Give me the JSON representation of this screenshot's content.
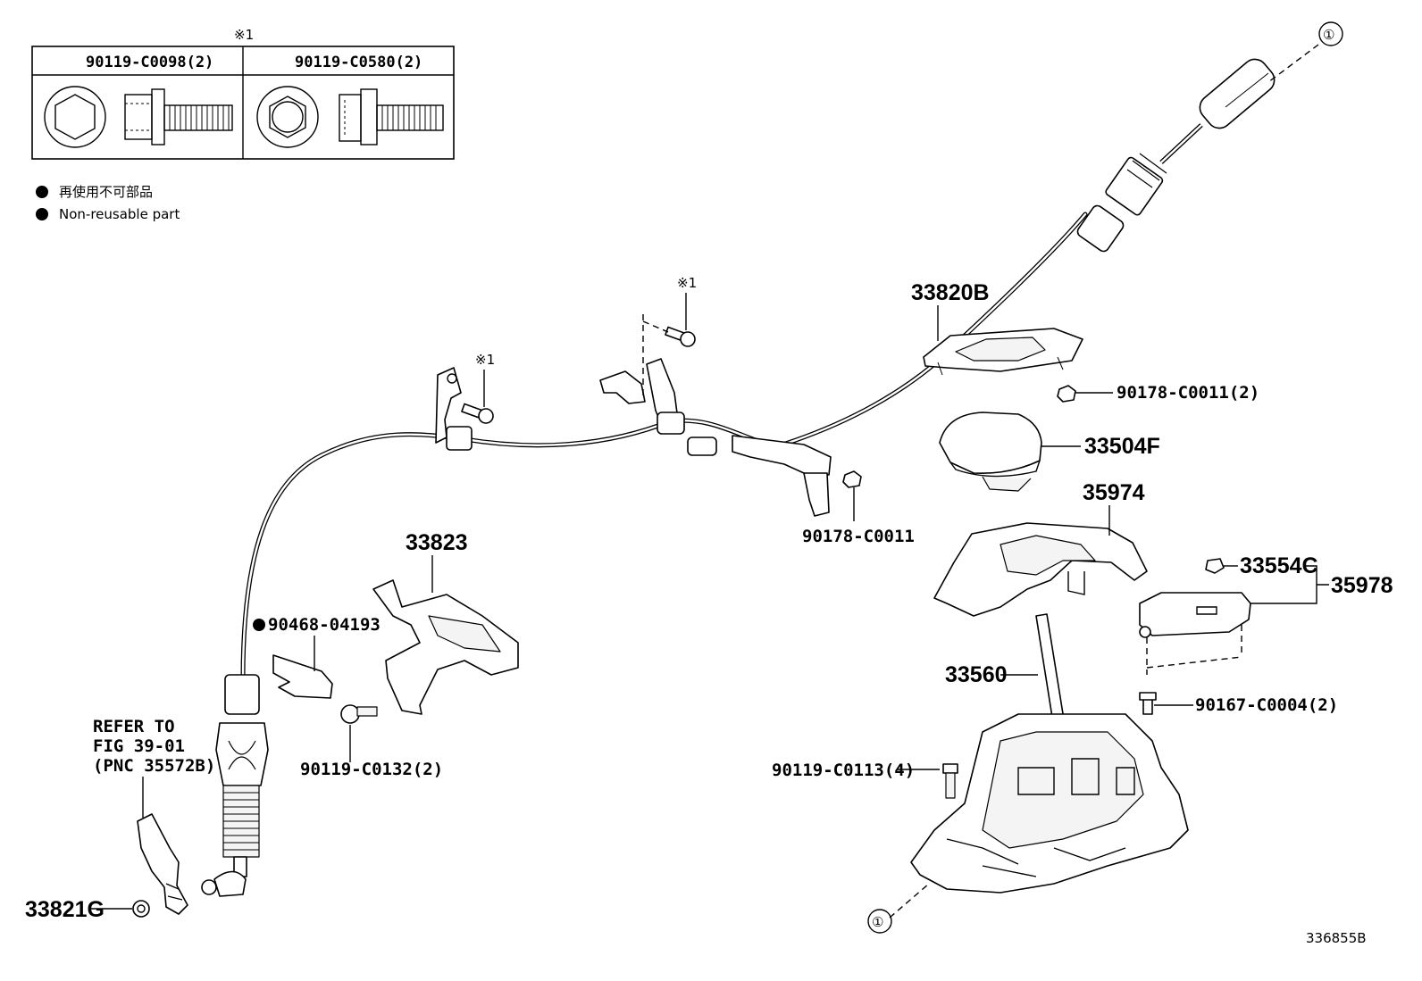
{
  "ref_mark": "※1",
  "table": {
    "headers": [
      "90119-C0098(2)",
      "90119-C0580(2)"
    ]
  },
  "legend": {
    "jp": "再使用不可部品",
    "en": "Non-reusable part"
  },
  "callout": "①",
  "refer_note": [
    "REFER TO",
    "FIG 39-01",
    "(PNC 35572B)"
  ],
  "parts": {
    "p33820B": "33820B",
    "p90178_C0011_2": "90178-C0011(2)",
    "p33504F": "33504F",
    "p35974": "35974",
    "p90178_C0011": "90178-C0011",
    "p33554C": "33554C",
    "p35978": "35978",
    "p33823": "33823",
    "p90468_04193": "90468-04193",
    "p33560": "33560",
    "p90167_C0004_2": "90167-C0004(2)",
    "p90119_C0132_2": "90119-C0132(2)",
    "p90119_C0113_4": "90119-C0113(4)",
    "p33821G": "33821G"
  },
  "figure_id": "336855B"
}
